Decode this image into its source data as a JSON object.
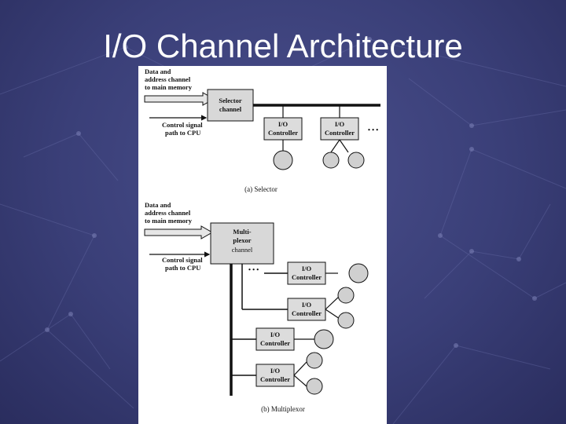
{
  "slide": {
    "title": "I/O Channel Architecture"
  },
  "diagram": {
    "selector": {
      "data_line_1": "Data and",
      "data_line_2": "address channel",
      "data_line_3": "to main memory",
      "control_line_1": "Control signal",
      "control_line_2": "path to CPU",
      "channel_line_1": "Selector",
      "channel_line_2": "channel",
      "controller_line_1": "I/O",
      "controller_line_2": "Controller",
      "ellipsis": "• • •",
      "caption": "(a) Selector"
    },
    "multiplexor": {
      "data_line_1": "Data and",
      "data_line_2": "address channel",
      "data_line_3": "to main memory",
      "control_line_1": "Control signal",
      "control_line_2": "path to CPU",
      "channel_line_1": "Multi-",
      "channel_line_2": "plexor",
      "channel_line_3": "channel",
      "controller_line_1": "I/O",
      "controller_line_2": "Controller",
      "ellipsis": "• • •",
      "caption": "(b) Multiplexor"
    }
  },
  "colors": {
    "background": "#3a3f78",
    "channel_box": "#d8d8d8",
    "controller_box": "#dcdcdc",
    "device": "#d0d0d0"
  }
}
